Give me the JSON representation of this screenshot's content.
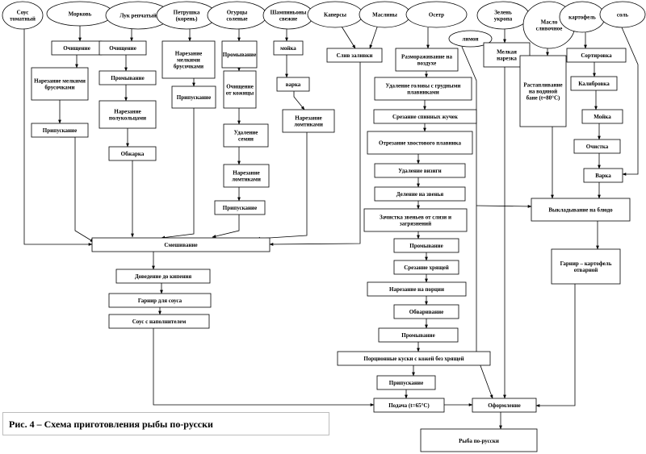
{
  "caption": "Рис. 4 – Схема приготовления рыбы по-русски",
  "nodes": [
    {
      "id": "n_sous",
      "text": "Соус томатный"
    },
    {
      "id": "n_morkov",
      "text": "Морковь"
    },
    {
      "id": "n_luk",
      "text": "Лук репчатый"
    },
    {
      "id": "n_petr",
      "text": "Петрушка (корень)"
    },
    {
      "id": "n_ogur",
      "text": "Огурцы соленые"
    },
    {
      "id": "n_shamp",
      "text": "Шампиньоны свежие"
    },
    {
      "id": "n_kaper",
      "text": "Каперсы"
    },
    {
      "id": "n_maslin",
      "text": "Маслины"
    },
    {
      "id": "n_osetr",
      "text": "Осетр"
    },
    {
      "id": "n_limon",
      "text": "лимон"
    },
    {
      "id": "n_zelen",
      "text": "Зелень укропа"
    },
    {
      "id": "n_maslo",
      "text": "Масло сливочное"
    },
    {
      "id": "n_kart",
      "text": "картофель"
    },
    {
      "id": "n_sol",
      "text": "соль"
    },
    {
      "id": "m_och",
      "text": "Очищение"
    },
    {
      "id": "m_narez",
      "text": "Нарезание мелкими брусочками"
    },
    {
      "id": "m_prip",
      "text": "Припускание"
    },
    {
      "id": "l_och",
      "text": "Очищение"
    },
    {
      "id": "l_prom",
      "text": "Промывание"
    },
    {
      "id": "l_narez",
      "text": "Нарезание полукольцами"
    },
    {
      "id": "l_obzh",
      "text": "Обжарка"
    },
    {
      "id": "p_narez",
      "text": "Нарезание мелкими брусочками"
    },
    {
      "id": "p_prip",
      "text": "Припускание"
    },
    {
      "id": "o_prom",
      "text": "Промывание"
    },
    {
      "id": "o_och",
      "text": "Очищение от кожицы"
    },
    {
      "id": "o_ud",
      "text": "Удаление семян"
    },
    {
      "id": "o_narez",
      "text": "Нарезание ломтиками"
    },
    {
      "id": "o_prip",
      "text": "Припускание"
    },
    {
      "id": "s_moika",
      "text": "мойка"
    },
    {
      "id": "s_varka",
      "text": "варка"
    },
    {
      "id": "s_narez",
      "text": "Нарезание ломтиками"
    },
    {
      "id": "k_sliv",
      "text": "Слив заливки"
    },
    {
      "id": "f_raz",
      "text": "Размораживание на воздухе"
    },
    {
      "id": "f_ud",
      "text": "Удаление головы с грудными плавниками"
    },
    {
      "id": "f_srez",
      "text": "Срезание спинных жучек"
    },
    {
      "id": "f_otr",
      "text": "Отрезание хвостового плавника"
    },
    {
      "id": "f_viz",
      "text": "Удаление визиги"
    },
    {
      "id": "f_del",
      "text": "Деление на звенья"
    },
    {
      "id": "f_zach",
      "text": "Зачистка звеньев от слизи и загрязнений"
    },
    {
      "id": "f_prom1",
      "text": "Промывание"
    },
    {
      "id": "f_hrash",
      "text": "Срезание хрящей"
    },
    {
      "id": "f_porc",
      "text": "Нарезание на порции"
    },
    {
      "id": "f_obvar",
      "text": "Обваривание"
    },
    {
      "id": "f_prom2",
      "text": "Промывание"
    },
    {
      "id": "f_kuski",
      "text": "Порционные куски с кожей без хрящей"
    },
    {
      "id": "f_prip",
      "text": "Припускание"
    },
    {
      "id": "f_podacha",
      "text": "Подача (t=65°С)"
    },
    {
      "id": "z_melk",
      "text": "Мелкая нарезка"
    },
    {
      "id": "b_rast",
      "text": "Растапливание на водяной бане (t=80°С)"
    },
    {
      "id": "c_sort",
      "text": "Сортировка"
    },
    {
      "id": "c_kalib",
      "text": "Калибровка"
    },
    {
      "id": "c_moika",
      "text": "Мойка"
    },
    {
      "id": "c_och",
      "text": "Очистка"
    },
    {
      "id": "c_varka",
      "text": "Варка"
    },
    {
      "id": "c_vykl",
      "text": "Выкладывание на блюдо"
    },
    {
      "id": "c_garn",
      "text": "Гарнир – картофель отварной"
    },
    {
      "id": "x_smesh",
      "text": "Смешивание"
    },
    {
      "id": "x_dov",
      "text": "Доведение до кипения"
    },
    {
      "id": "x_garn",
      "text": "Гарнир для соуса"
    },
    {
      "id": "x_sous",
      "text": "Соус с наполнителем"
    },
    {
      "id": "x_oform",
      "text": "Оформление"
    },
    {
      "id": "x_final",
      "text": "Рыба по-русски"
    }
  ]
}
